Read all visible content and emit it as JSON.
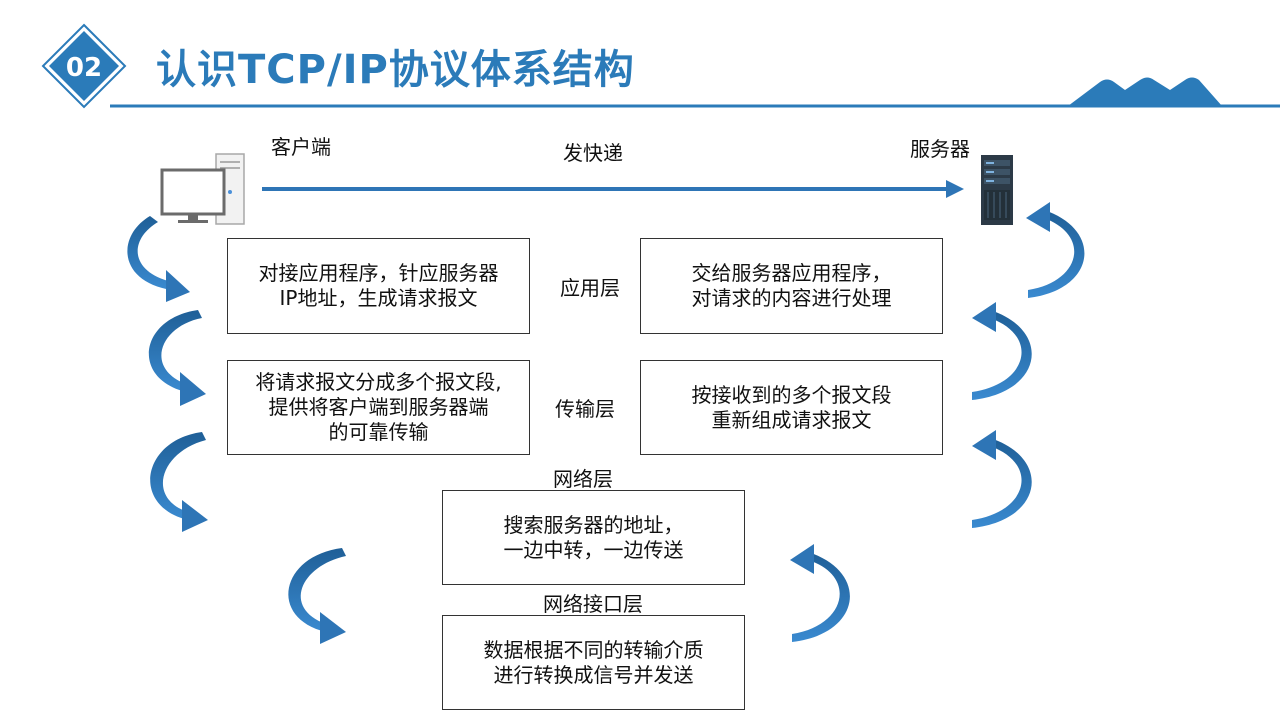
{
  "header": {
    "badge": "02",
    "title": "认识TCP/IP协议体系结构"
  },
  "endpoints": {
    "client_label": "客户端",
    "server_label": "服务器",
    "top_arrow_label": "发快递"
  },
  "layers": {
    "application": {
      "name": "应用层",
      "client_text": "对接应用程序，针应服务器\nIP地址，生成请求报文",
      "server_text": "交给服务器应用程序，\n对请求的内容进行处理"
    },
    "transport": {
      "name": "传输层",
      "client_text": "将请求报文分成多个报文段,\n提供将客户端到服务器端\n的可靠传输",
      "server_text": "按接收到的多个报文段\n重新组成请求报文"
    },
    "network": {
      "name": "网络层",
      "text": "搜索服务器的地址，\n一边中转，一边传送"
    },
    "link": {
      "name": "网络接口层",
      "text": "数据根据不同的转输介质\n进行转换成信号并发送"
    }
  },
  "colors": {
    "accent": "#2b7bb9",
    "arrow": "#2e75b6",
    "box_border": "#333333"
  }
}
